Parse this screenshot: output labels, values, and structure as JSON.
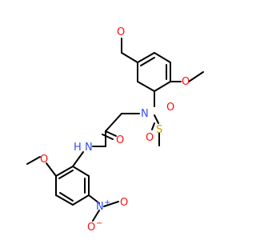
{
  "colors": {
    "bond": "#000000",
    "oxygen": "#ff0d0d",
    "nitrogen": "#3050f8",
    "sulfur": "#c8a000"
  },
  "labels": {
    "o_methoxy_top": "O",
    "o_methoxy_right": "O",
    "n_sulfonamide": "N",
    "s_sulfonyl": "S",
    "o_sulfonyl_upper": "O",
    "o_sulfonyl_lower": "O",
    "n_amide": "N",
    "h_amide": "H",
    "o_carbonyl": "O",
    "o_methoxy_left": "O",
    "n_nitro": "N",
    "n_nitro_charge": "+",
    "o_nitro_bottom": "O",
    "o_nitro_bottom_charge": "−",
    "o_nitro_right": "O"
  }
}
